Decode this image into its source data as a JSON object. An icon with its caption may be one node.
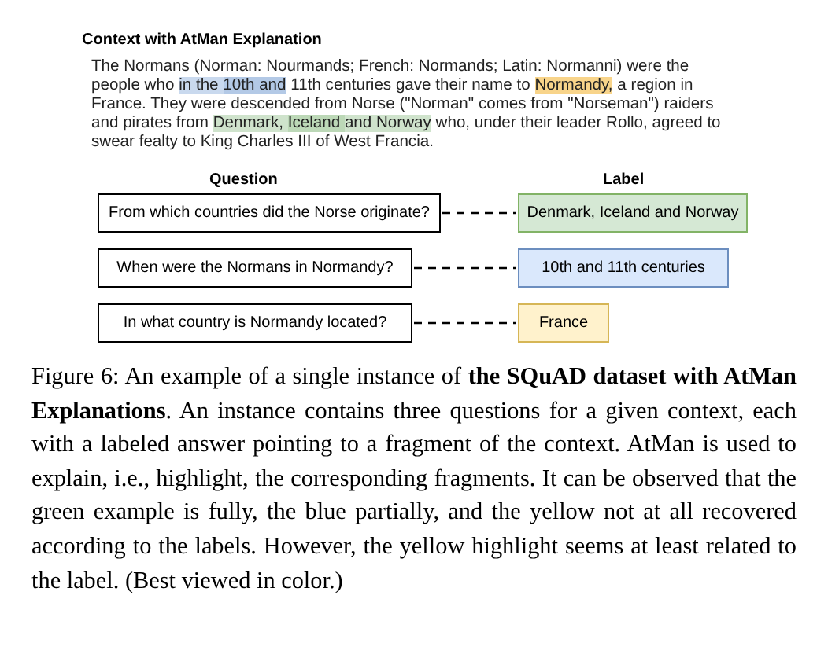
{
  "diagram": {
    "title": "Context with AtMan Explanation",
    "caption": "Figure 6: An example of a single instance of **the SQuAD dataset with AtMan Explanations**. An instance contains three questions for a given context, each with a labeled answer pointing to a fragment of the context. AtMan is used to explain, i.e., highlight, the corresponding fragments. It can be observed that the green example is fully, the blue partially, and the yellow not at all recovered according to the labels. However, the yellow highlight seems at least related to the label. (Best viewed in color.)",
    "nodes": [
      {
        "text": [
          "From which countries did the Norse originate?"
        ]
      },
      {
        "text": [
          "Denmark, Iceland and Norway"
        ]
      },
      {
        "text": [
          "When were the Normans in Normandy?"
        ]
      },
      {
        "text": [
          "10th and 11th centuries"
        ]
      },
      {
        "text": [
          "In what country is Normandy located?"
        ]
      },
      {
        "text": [
          "France"
        ]
      }
    ],
    "edges": [
      {
        "from": 0,
        "to": 1,
        "arrow": "none",
        "style": "dashed"
      },
      {
        "from": 2,
        "to": 3,
        "arrow": "none",
        "style": "dashed"
      },
      {
        "from": 4,
        "to": 5,
        "arrow": "none",
        "style": "dashed"
      }
    ],
    "labels": [
      "The Normans (Norman: Nourmands; French: Normands; Latin: Normanni) were the people who in the 10th and 11th centuries gave their name to Normandy, a region in France. They were descended from Norse (\"Norman\" comes from \"Norseman\") raiders and pirates from Denmark, Iceland and Norway who, under their leader Rollo, agreed to swear fealty to King Charles III of West Francia.",
      "Question",
      "Label"
    ]
  }
}
